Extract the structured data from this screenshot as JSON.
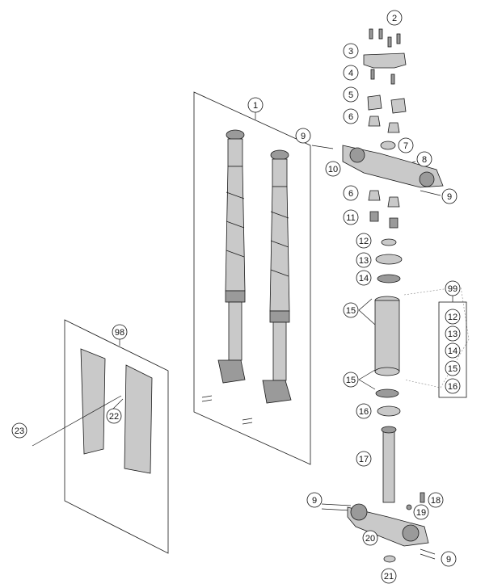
{
  "diagram": {
    "callouts": [
      {
        "id": "c2",
        "label": "2"
      },
      {
        "id": "c3",
        "label": "3"
      },
      {
        "id": "c4",
        "label": "4"
      },
      {
        "id": "c5",
        "label": "5"
      },
      {
        "id": "c6a",
        "label": "6"
      },
      {
        "id": "c7",
        "label": "7"
      },
      {
        "id": "c8",
        "label": "8"
      },
      {
        "id": "c9a",
        "label": "9"
      },
      {
        "id": "c10",
        "label": "10"
      },
      {
        "id": "c6b",
        "label": "6"
      },
      {
        "id": "c9b",
        "label": "9"
      },
      {
        "id": "c11",
        "label": "11"
      },
      {
        "id": "c12",
        "label": "12"
      },
      {
        "id": "c13",
        "label": "13"
      },
      {
        "id": "c14",
        "label": "14"
      },
      {
        "id": "c15a",
        "label": "15"
      },
      {
        "id": "c15b",
        "label": "15"
      },
      {
        "id": "c16",
        "label": "16"
      },
      {
        "id": "c17",
        "label": "17"
      },
      {
        "id": "c18",
        "label": "18"
      },
      {
        "id": "c19",
        "label": "19"
      },
      {
        "id": "c9c",
        "label": "9"
      },
      {
        "id": "c20",
        "label": "20"
      },
      {
        "id": "c9d",
        "label": "9"
      },
      {
        "id": "c21",
        "label": "21"
      },
      {
        "id": "c1",
        "label": "1"
      },
      {
        "id": "c98",
        "label": "98"
      },
      {
        "id": "c22",
        "label": "22"
      },
      {
        "id": "c23",
        "label": "23"
      },
      {
        "id": "c99",
        "label": "99"
      }
    ],
    "kit_99_items": [
      "12",
      "13",
      "14",
      "15",
      "16"
    ]
  }
}
